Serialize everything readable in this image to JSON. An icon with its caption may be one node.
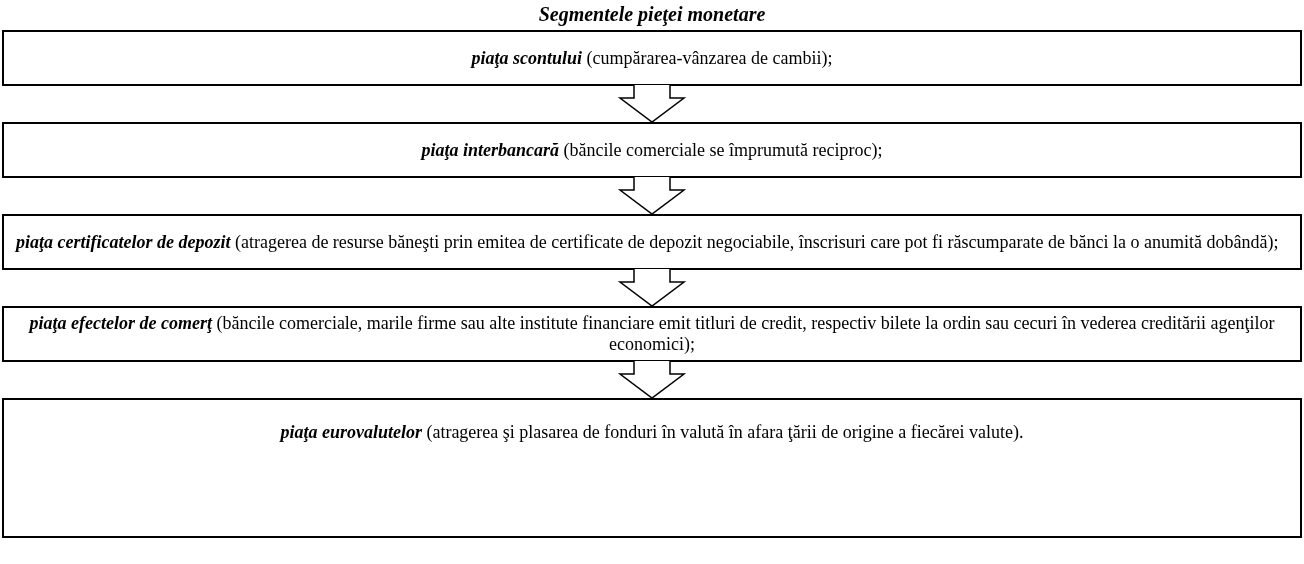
{
  "diagram": {
    "title": "Segmentele pieţei monetare",
    "nodes": [
      {
        "text": [
          "piaţa scontului",
          "(cumpărarea-vânzarea de cambii);"
        ]
      },
      {
        "text": [
          "piaţa interbancară",
          "(băncile comerciale se împrumută reciproc);"
        ]
      },
      {
        "text": [
          "piaţa certificatelor de depozit",
          "(atragerea de resurse băneşti prin emitea de certificate de depozit negociabile, înscrisuri care pot fi răscumparate de bănci la o anumită dobândă);"
        ]
      },
      {
        "text": [
          "piaţa efectelor de comerţ",
          "(băncile comerciale, marile firme sau alte institute financiare emit titluri de credit, respectiv bilete la ordin sau cecuri în vederea creditării agenţilor economici);"
        ]
      },
      {
        "text": [
          "piaţa eurovalutelor",
          "(atragerea şi plasarea de fonduri în valută în afara ţării de origine a fiecărei valute)."
        ]
      }
    ],
    "edges": [
      {
        "from": 0,
        "to": 1,
        "arrow": "to"
      },
      {
        "from": 1,
        "to": 2,
        "arrow": "to"
      },
      {
        "from": 2,
        "to": 3,
        "arrow": "to"
      },
      {
        "from": 3,
        "to": 4,
        "arrow": "to"
      }
    ]
  }
}
